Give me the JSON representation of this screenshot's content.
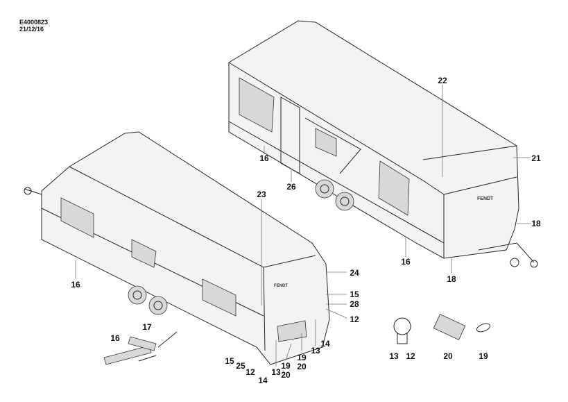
{
  "header": {
    "code": "E4000823",
    "date": "21/12/16"
  },
  "callouts": [
    "22",
    "21",
    "16",
    "26",
    "23",
    "18",
    "16",
    "18",
    "24",
    "15",
    "28",
    "12",
    "16",
    "17",
    "16",
    "13",
    "14",
    "19",
    "20",
    "19",
    "20",
    "13",
    "14",
    "12",
    "25",
    "15",
    "13",
    "12",
    "20",
    "19"
  ],
  "brand_logo": "FENDT"
}
